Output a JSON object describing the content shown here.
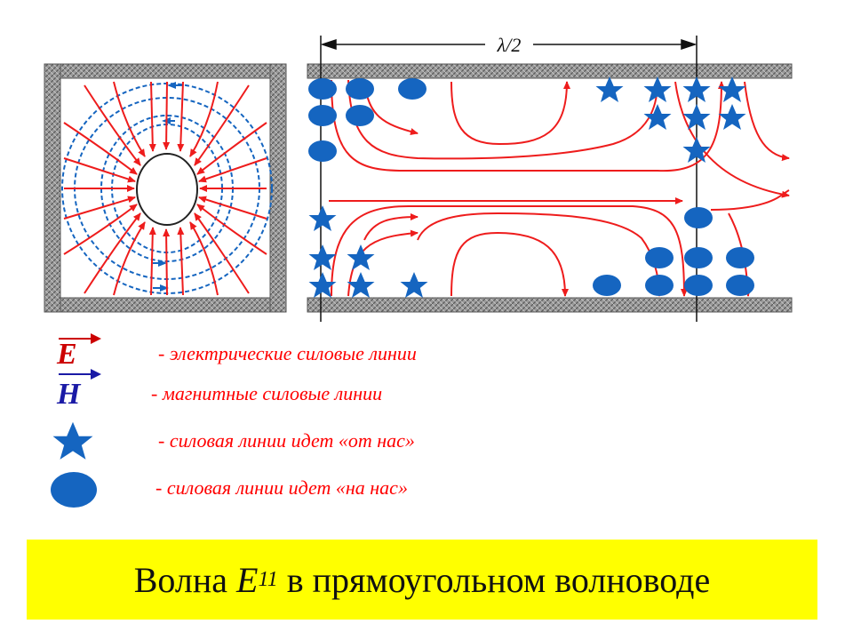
{
  "diagram": {
    "dimension_label": "λ/2",
    "colors": {
      "electric": "#ee1c1c",
      "magnetic": "#1565c0",
      "wall": "#8c8c8c",
      "symbol": "#1565c0"
    }
  },
  "legend": {
    "items": [
      {
        "symbol": "E",
        "symbol_type": "vector",
        "color": "#cc0000",
        "text": "- электрические силовые линии"
      },
      {
        "symbol": "H",
        "symbol_type": "vector",
        "color": "#1a1aa6",
        "text": "- магнитные силовые линии"
      },
      {
        "symbol": "star",
        "symbol_type": "star-icon",
        "color": "#1565c0",
        "text": "- силовая линии идет «от нас»"
      },
      {
        "symbol": "circle",
        "symbol_type": "circle-icon",
        "color": "#1565c0",
        "text": "- силовая линии идет «на нас»"
      }
    ]
  },
  "title": {
    "prefix": "Волна ",
    "wave": "E",
    "subscript": "11",
    "suffix": " в прямоугольном волноводе",
    "background": "#ffff00"
  }
}
